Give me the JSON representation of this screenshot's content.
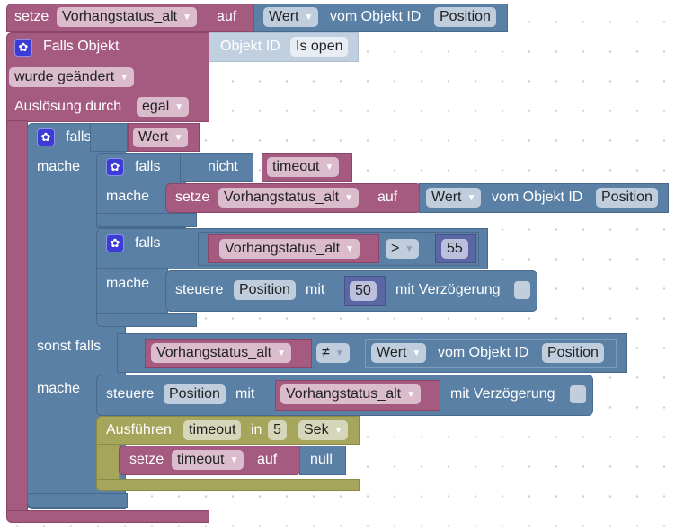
{
  "blocks": {
    "set_top": {
      "setze": "setze",
      "variable": "Vorhangstatus_alt",
      "auf": "auf",
      "value_mode": "Wert",
      "vom_objekt_id": "vom Objekt ID",
      "object": "Position"
    },
    "trigger": {
      "label": "Falls Objekt",
      "objekt_id_label": "Objekt ID",
      "objekt_id_value": "Is open",
      "condition": "wurde geändert",
      "ausloesung_label": "Auslösung durch",
      "ausloesung_value": "egal"
    },
    "if_outer": {
      "falls": "falls",
      "condition_value": "Wert",
      "mache": "mache",
      "sonst_falls": "sonst falls",
      "mache2": "mache"
    },
    "if_inner1": {
      "falls": "falls",
      "nicht": "nicht",
      "var": "timeout",
      "mache": "mache",
      "set": {
        "setze": "setze",
        "variable": "Vorhangstatus_alt",
        "auf": "auf",
        "value_mode": "Wert",
        "vom_objekt_id": "vom Objekt ID",
        "object": "Position"
      }
    },
    "if_inner2": {
      "falls": "falls",
      "left_var": "Vorhangstatus_alt",
      "operator": ">",
      "right_value": "55",
      "mache": "mache",
      "control": {
        "steuere": "steuere",
        "object": "Position",
        "mit": "mit",
        "value": "50",
        "delay_label": "mit Verzögerung",
        "delay_checked": false
      }
    },
    "elseif": {
      "left_var": "Vorhangstatus_alt",
      "operator": "≠",
      "value_mode": "Wert",
      "vom_objekt_id": "vom Objekt ID",
      "object": "Position",
      "control": {
        "steuere": "steuere",
        "object": "Position",
        "mit": "mit",
        "var": "Vorhangstatus_alt",
        "delay_label": "mit Verzögerung",
        "delay_checked": false
      }
    },
    "timeout_block": {
      "ausfuehren": "Ausführen",
      "name": "timeout",
      "in": "in",
      "duration": "5",
      "unit": "Sek",
      "set": {
        "setze": "setze",
        "variable": "timeout",
        "auf": "auf",
        "value": "null"
      }
    }
  },
  "colors": {
    "variables": "#a55b80",
    "logic": "#5b80a5",
    "math": "#5b67a5",
    "timeouts": "#a5a55b",
    "gear": "#3b3bd6"
  }
}
